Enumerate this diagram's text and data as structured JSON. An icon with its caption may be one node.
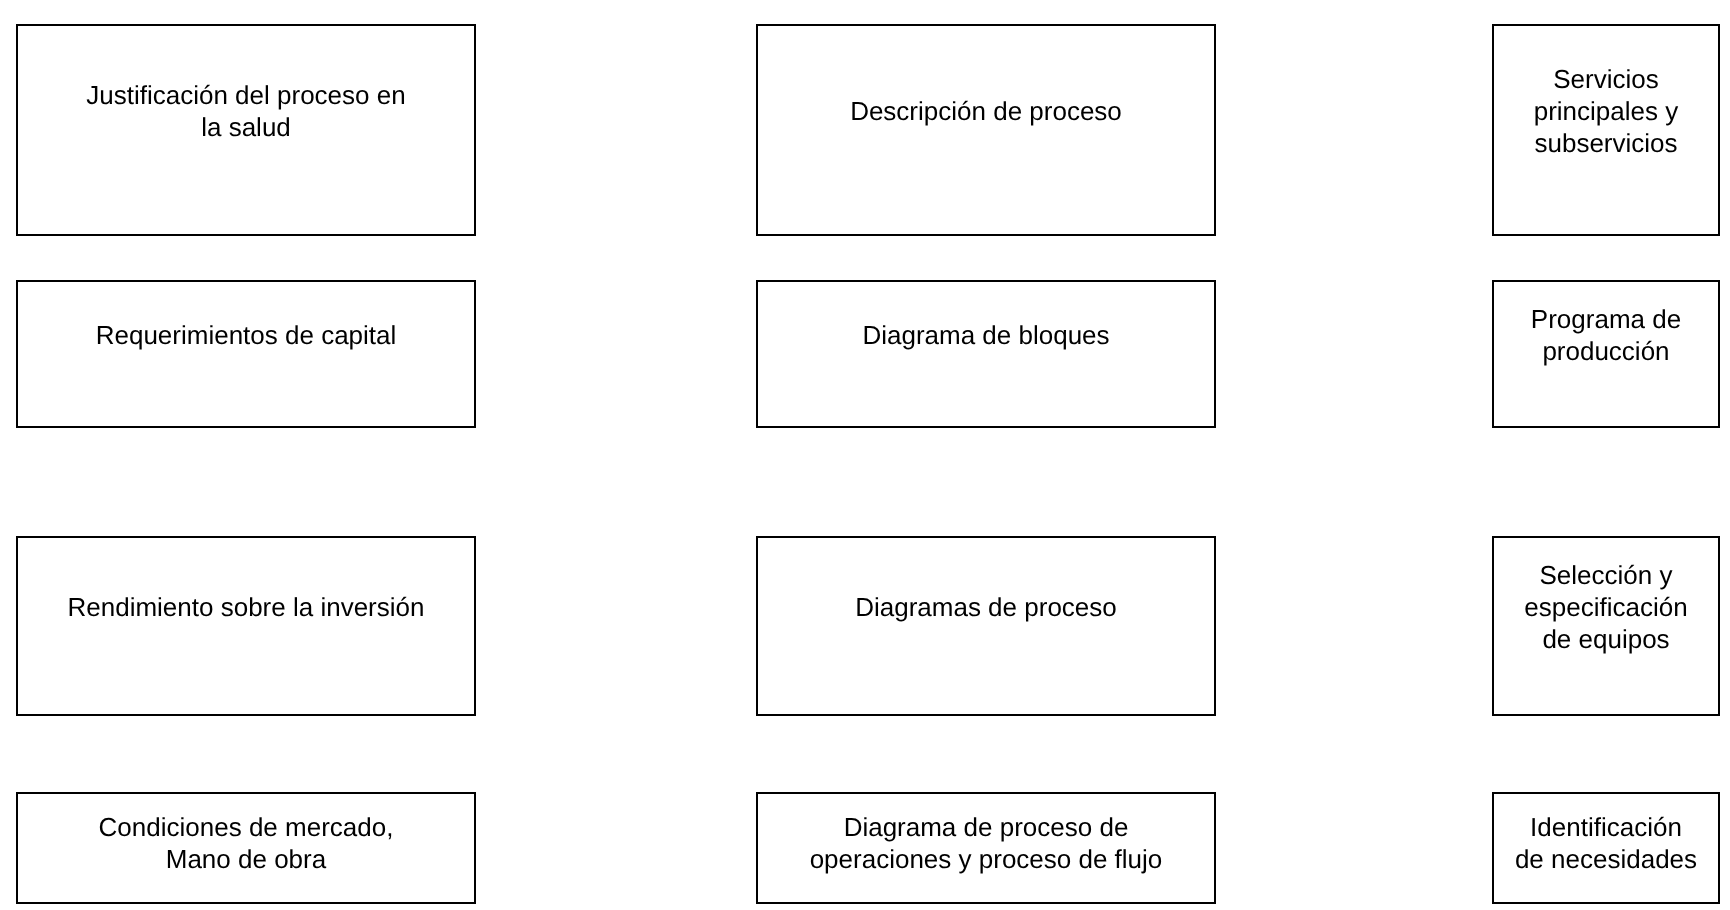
{
  "diagram": {
    "nodes": [
      {
        "text": [
          "Justificación del proceso en la salud"
        ]
      },
      {
        "text": [
          "Descripción de proceso"
        ]
      },
      {
        "text": [
          "Servicios principales y subservicios"
        ]
      },
      {
        "text": [
          "Requerimientos de capital"
        ]
      },
      {
        "text": [
          "Diagrama de bloques"
        ]
      },
      {
        "text": [
          "Programa de producción"
        ]
      },
      {
        "text": [
          "Rendimiento sobre la inversión"
        ]
      },
      {
        "text": [
          "Diagramas de proceso"
        ]
      },
      {
        "text": [
          "Selección y especificación de equipos"
        ]
      },
      {
        "text": [
          "Condiciones de mercado, Mano de obra"
        ]
      },
      {
        "text": [
          "Diagrama de proceso de operaciones y proceso de flujo"
        ]
      },
      {
        "text": [
          "Identificación de necesidades"
        ]
      }
    ]
  }
}
